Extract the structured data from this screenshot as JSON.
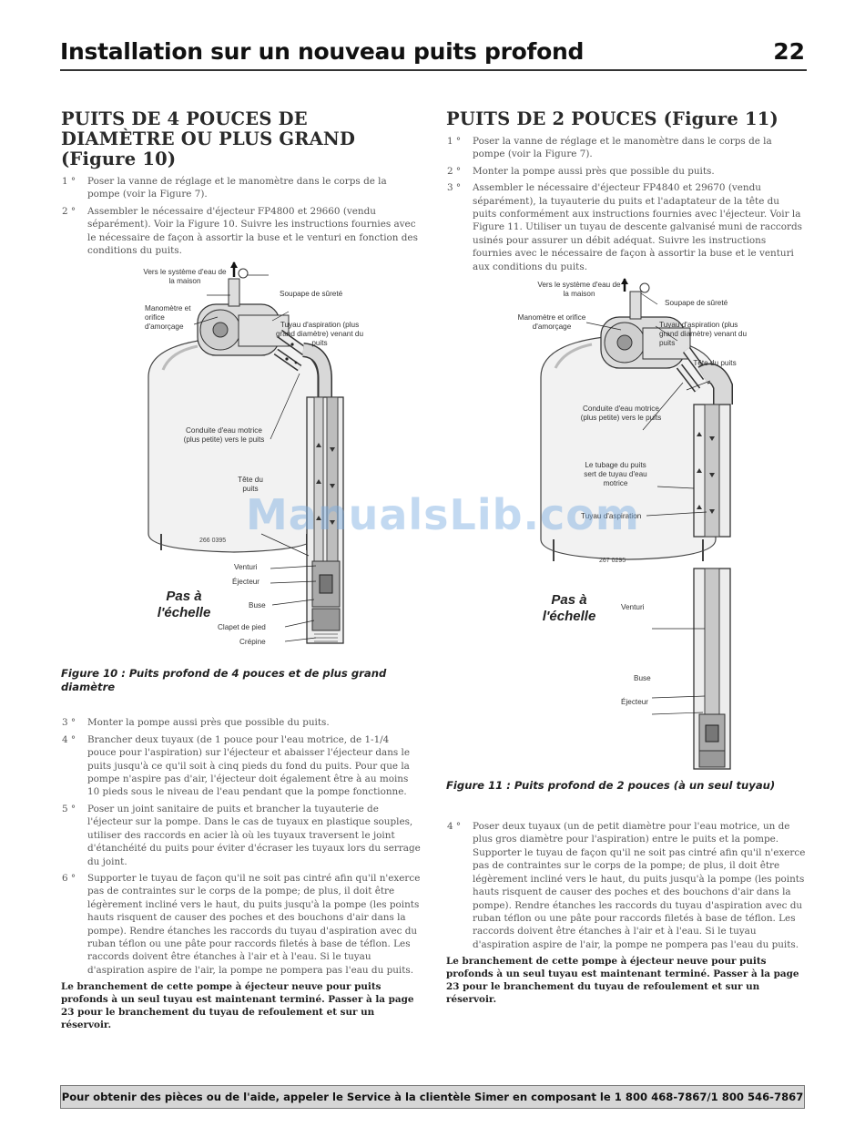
{
  "header": {
    "title": "Installation sur un nouveau puits profond",
    "page_number": "22"
  },
  "left": {
    "heading": "PUITS DE 4 POUCES DE DIAMÈTRE OU PLUS GRAND (Figure 10)",
    "steps_top": [
      {
        "n": "1 °",
        "text": "Poser la vanne de réglage et le manomètre dans le corps de la pompe (voir la Figure 7)."
      },
      {
        "n": "2 °",
        "text": "Assembler le nécessaire d'éjecteur FP4800 et 29660 (vendu séparément). Voir la Figure 10. Suivre les instructions fournies avec le nécessaire de façon à assortir la buse et le venturi en fonction des conditions du puits."
      }
    ],
    "figure": {
      "labels": {
        "house": "Vers le système d'eau de la maison",
        "safety_valve": "Soupape de sûreté",
        "gauge": "Manomètre et orifice d'amorçage",
        "suction": "Tuyau d'aspiration (plus grand diamètre) venant du puits",
        "drive": "Conduite d'eau motrice (plus petite) vers le puits",
        "well_head": "Tête du puits",
        "venturi": "Venturi",
        "ejector": "Éjecteur",
        "nozzle": "Buse",
        "foot_valve": "Clapet de pied",
        "strainer": "Crépine"
      },
      "number": "266 0395",
      "scale": "Pas à l'échelle"
    },
    "caption": "Figure 10 : Puits profond de 4 pouces et de plus grand diamètre",
    "steps_bottom": [
      {
        "n": "3 °",
        "text": "Monter la pompe aussi près que possible du puits."
      },
      {
        "n": "4 °",
        "text": "Brancher deux tuyaux (de 1 pouce pour l'eau motrice, de 1-1/4 pouce pour l'aspiration) sur l'éjecteur et abaisser l'éjecteur dans le puits jusqu'à ce qu'il soit à cinq pieds du fond du puits. Pour que la pompe n'aspire pas d'air, l'éjecteur doit également être à au moins 10 pieds sous le niveau de l'eau pendant que la pompe fonctionne."
      },
      {
        "n": "5 °",
        "text": "Poser un joint sanitaire de puits et brancher la tuyauterie de l'éjecteur sur la pompe. Dans le cas de tuyaux en plastique souples, utiliser des raccords en acier là où les tuyaux traversent le joint d'étanchéité du puits pour éviter d'écraser les tuyaux lors du serrage du joint."
      },
      {
        "n": "6 °",
        "text": "Supporter le tuyau de façon qu'il ne soit pas cintré afin qu'il n'exerce pas de contraintes sur le corps de la pompe; de plus, il doit être légèrement incliné vers le haut, du puits jusqu'à la pompe (les points hauts risquent de causer des poches et des bouchons d'air dans la pompe). Rendre étanches les raccords du tuyau d'aspiration avec du ruban téflon ou une pâte pour raccords filetés à base de téflon. Les raccords doivent être étanches à l'air et à l'eau. Si le tuyau d'aspiration aspire de l'air, la pompe ne pompera pas l'eau du puits."
      }
    ],
    "conclusion": "Le branchement de cette pompe à éjecteur neuve pour puits profonds à un seul tuyau est maintenant terminé. Passer à la page 23 pour le branchement du tuyau de refoulement et sur un réservoir."
  },
  "right": {
    "heading": "PUITS DE 2 POUCES (Figure 11)",
    "steps_top": [
      {
        "n": "1 °",
        "text": "Poser la vanne de réglage et le manomètre dans le corps de la pompe (voir la Figure 7)."
      },
      {
        "n": "2 °",
        "text": "Monter la pompe aussi près que possible du puits."
      },
      {
        "n": "3 °",
        "text": "Assembler le nécessaire d'éjecteur FP4840 et 29670 (vendu séparément), la tuyauterie du puits et l'adaptateur de la tête du puits conformément aux instructions fournies avec l'éjecteur. Voir la Figure 11. Utiliser un tuyau de descente galvanisé muni de raccords usinés pour assurer un débit adéquat. Suivre les instructions fournies avec le nécessaire de façon à assortir la buse et le venturi aux conditions du puits."
      }
    ],
    "figure": {
      "labels": {
        "house": "Vers le système d'eau de la maison",
        "safety_valve": "Soupape de sûreté",
        "gauge": "Manomètre et orifice d'amorçage",
        "suction": "Tuyau d'aspiration (plus grand diamètre) venant du puits",
        "well_head": "Tête du puits",
        "drive": "Conduite d'eau motrice (plus petite) vers le puits",
        "casing": "Le tubage du puits sert de tuyau d'eau motrice",
        "suction_pipe": "Tuyau d'aspiration",
        "venturi": "Venturi",
        "nozzle": "Buse",
        "ejector": "Éjecteur"
      },
      "number": "267 0295",
      "scale": "Pas à l'échelle"
    },
    "caption": "Figure 11 : Puits profond de 2 pouces (à un seul tuyau)",
    "steps_bottom": [
      {
        "n": "4 °",
        "text": "Poser deux tuyaux (un de petit diamètre pour l'eau motrice, un de plus gros diamètre pour l'aspiration) entre le puits et la pompe. Supporter le tuyau de façon qu'il ne soit pas cintré afin qu'il n'exerce pas de contraintes sur le corps de la pompe; de plus, il doit être légèrement incliné vers le haut, du puits jusqu'à la pompe (les points hauts risquent de causer des poches et des bouchons d'air dans la pompe). Rendre étanches les raccords du tuyau d'aspiration avec du ruban téflon ou une pâte pour raccords filetés à base de téflon. Les raccords doivent être étanches à l'air et à l'eau. Si le tuyau d'aspiration aspire de l'air, la pompe ne pompera pas l'eau du puits."
      }
    ],
    "conclusion": "Le branchement de cette pompe à éjecteur neuve pour puits profonds à un seul tuyau est maintenant terminé. Passer à la page 23 pour le branchement du tuyau de refoulement et sur un réservoir."
  },
  "footer": {
    "text": "Pour obtenir des pièces ou de l'aide, appeler le Service à la clientèle Simer en composant le  1 800 468-7867/1 800 546-7867"
  },
  "watermark": "ManualsLib.com"
}
